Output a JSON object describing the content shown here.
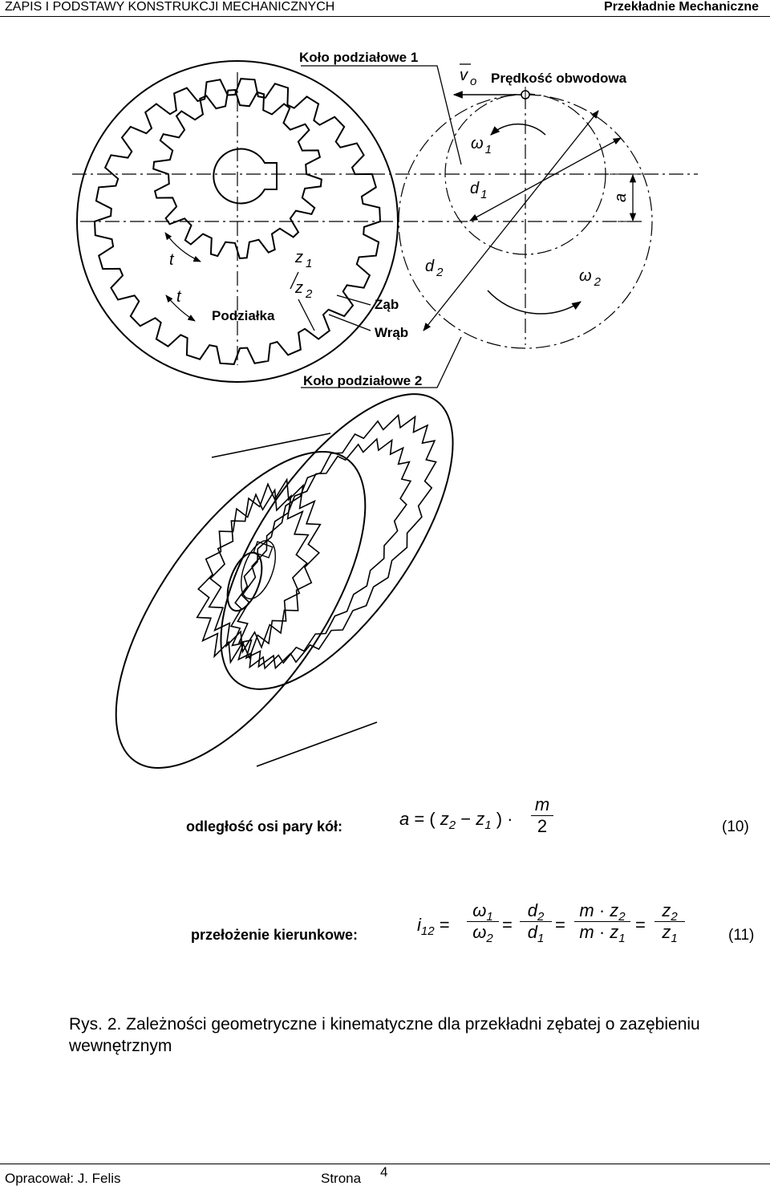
{
  "header": {
    "left": "ZAPIS I PODSTAWY KONSTRUKCJI MECHANICZNYCH",
    "right": "Przekładnie Mechaniczne"
  },
  "figure_labels": {
    "kolo1": "Koło podziałowe 1",
    "kolo2": "Koło podziałowe 2",
    "vo": "v",
    "vo_sub": "o",
    "predkosc": "Prędkość obwodowa",
    "omega1": "ω",
    "omega1_sub": "1",
    "omega2": "ω",
    "omega2_sub": "2",
    "d1": "d",
    "d1_sub": "1",
    "d2": "d",
    "d2_sub": "2",
    "a": "a",
    "t": "t",
    "z1": "z",
    "z1_sub": "1",
    "z2": "z",
    "z2_sub": "2",
    "podzialka": "Podziałka",
    "zab": "Ząb",
    "wrab": "Wrąb"
  },
  "equations": {
    "eq10_label": "odległość osi pary kół:",
    "eq10_num": "(10)",
    "eq11_label": "przełożenie kierunkowe:",
    "eq11_num": "(11)"
  },
  "caption": "Rys. 2. Zależności geometryczne i kinematyczne dla przekładni zębatej o zazębieniu wewnętrznym",
  "footer": {
    "author": "Opracował: J. Felis",
    "page_label": "Strona",
    "page_number": "4"
  }
}
